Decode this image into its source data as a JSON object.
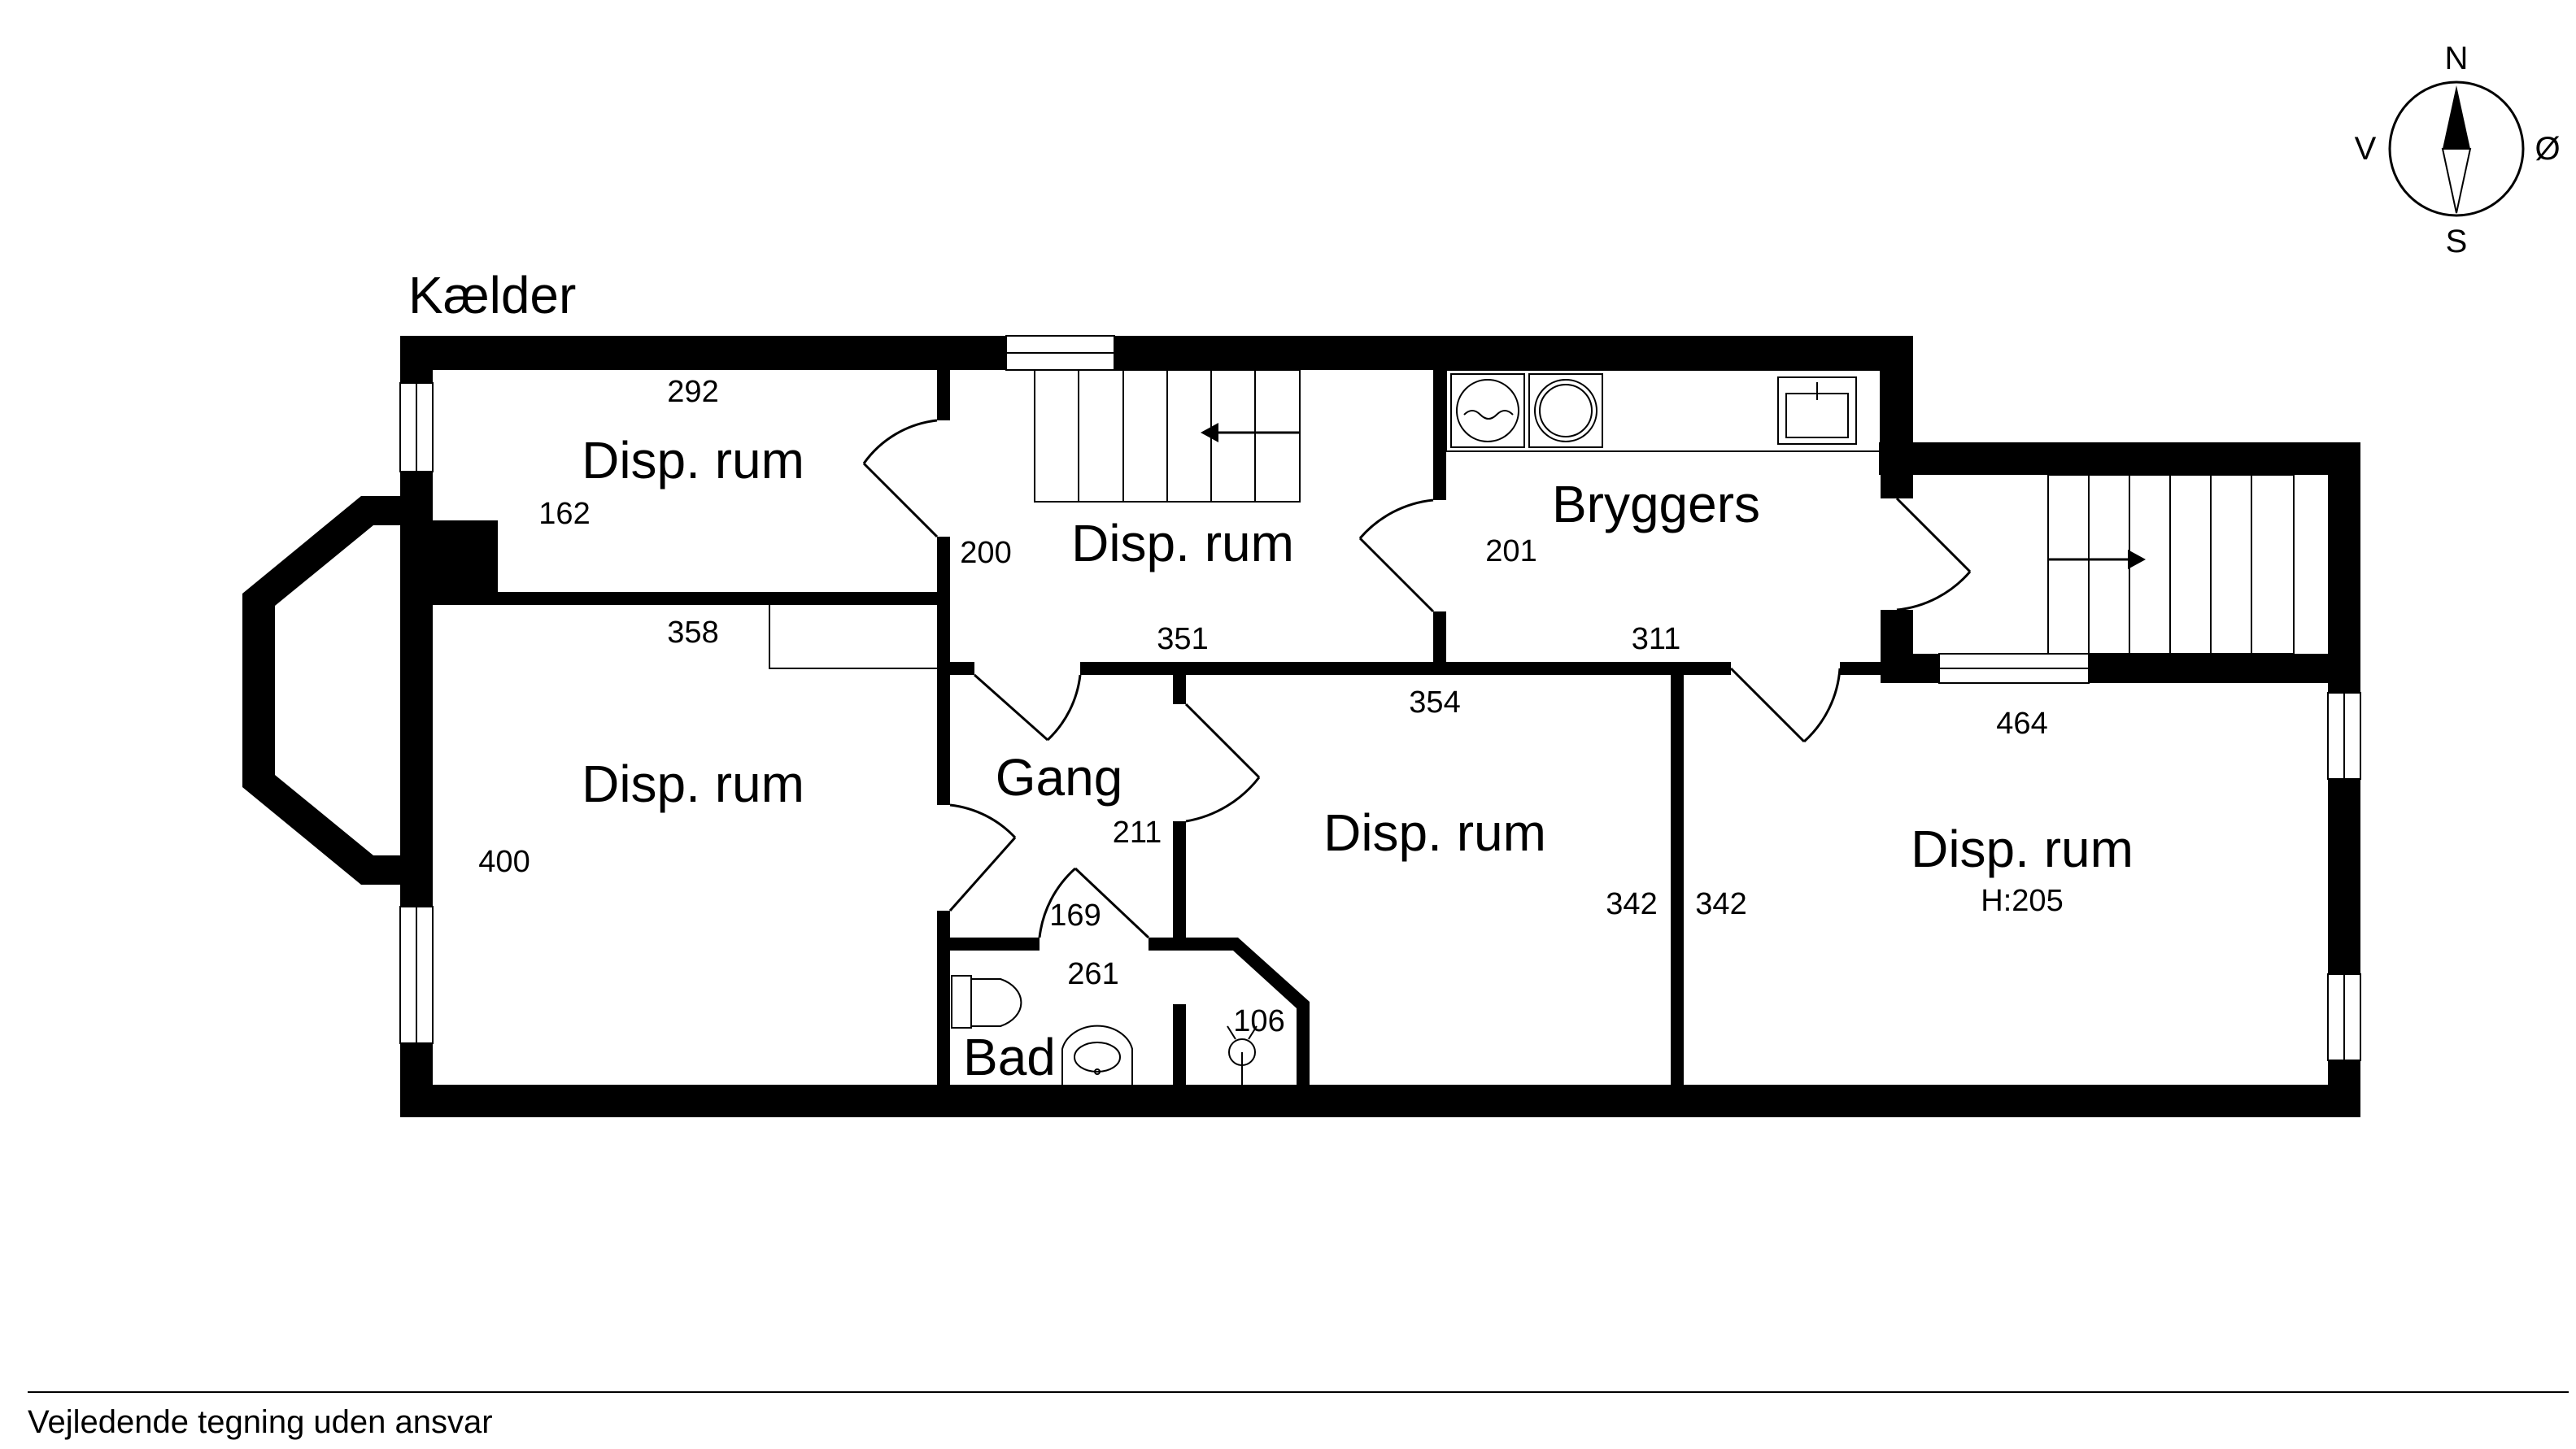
{
  "title": "Kælder",
  "footer": "Vejledende tegning uden ansvar",
  "compass": {
    "n": "N",
    "s": "S",
    "v": "V",
    "o": "Ø"
  },
  "rooms": {
    "disp_a": "Disp. rum",
    "disp_b": "Disp. rum",
    "disp_c": "Disp. rum",
    "disp_d": "Disp. rum",
    "disp_e": "Disp. rum",
    "bryggers": "Bryggers",
    "gang": "Gang",
    "bad": "Bad",
    "height_note": "H:205"
  },
  "dims": {
    "d292": "292",
    "d162": "162",
    "d358": "358",
    "d400": "400",
    "d200": "200",
    "d351": "351",
    "d201": "201",
    "d311": "311",
    "d354": "354",
    "d211": "211",
    "d169": "169",
    "d261": "261",
    "d106": "106",
    "d342a": "342",
    "d342b": "342",
    "d464": "464"
  },
  "colors": {
    "wall": "#000000",
    "background": "#ffffff"
  }
}
